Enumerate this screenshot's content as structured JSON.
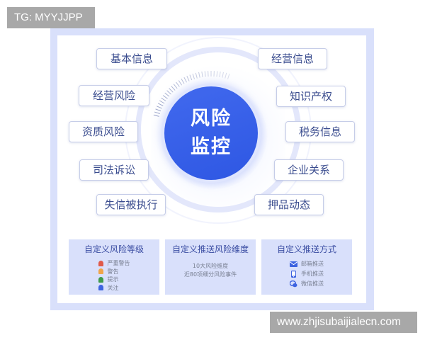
{
  "watermarks": {
    "top": "TG: MYYJJPP",
    "bottom": "www.zhjisubaijialecn.com"
  },
  "center": {
    "line1": "风险",
    "line2": "监控",
    "color": "#3560e8"
  },
  "left_tags": [
    {
      "label": "基本信息"
    },
    {
      "label": "经营风险"
    },
    {
      "label": "资质风险"
    },
    {
      "label": "司法诉讼"
    },
    {
      "label": "失信被执行"
    }
  ],
  "right_tags": [
    {
      "label": "经营信息"
    },
    {
      "label": "知识产权"
    },
    {
      "label": "税务信息"
    },
    {
      "label": "企业关系"
    },
    {
      "label": "押品动态"
    }
  ],
  "panels": {
    "levels": {
      "title": "自定义风险等级",
      "items": [
        {
          "label": "严重警告",
          "icon": "bell-icon",
          "color": "#e05a4a"
        },
        {
          "label": "警告",
          "icon": "bell-icon",
          "color": "#f0a54a"
        },
        {
          "label": "提示",
          "icon": "bell-icon",
          "color": "#3f9a4a"
        },
        {
          "label": "关注",
          "icon": "bell-icon",
          "color": "#3d63e0"
        }
      ]
    },
    "dimensions": {
      "title": "自定义推送风险维度",
      "line1": "10大风险维度",
      "line2": "近80项细分风险事件"
    },
    "methods": {
      "title": "自定义推送方式",
      "items": [
        {
          "label": "邮箱推送",
          "icon": "mail-icon"
        },
        {
          "label": "手机推送",
          "icon": "phone-icon"
        },
        {
          "label": "微信推送",
          "icon": "wechat-icon"
        }
      ]
    }
  }
}
